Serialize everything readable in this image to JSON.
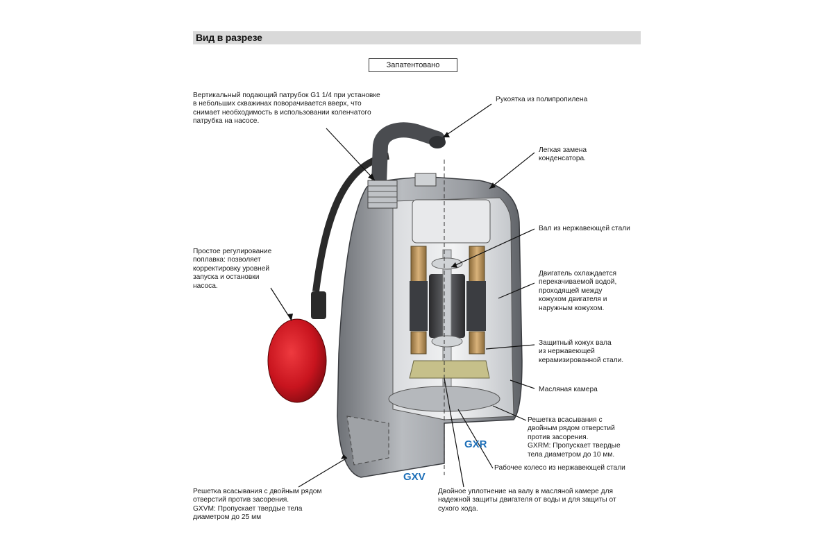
{
  "header": {
    "title": "Вид в разрезе"
  },
  "patent_label": "Запатентовано",
  "callouts": {
    "outlet": "Вертикальный подающий патрубок G1 1/4 при установке\nв небольших скважинах поворачивается вверх, что\nснимает необходимость в использовании коленчатого\nпатрубка на насосе.",
    "handle": "Рукоятка из полипропилена",
    "capacitor": "Легкая   замена\nконденсатора.",
    "shaft": "Вал из нержавеющей стали",
    "cooling": "Двигатель охлаждается\nперекачиваемой водой,\nпроходящей между\nкожухом двигателя и\nнаружным кожухом.",
    "shaft_guard": "Защитный кожух вала\nиз нержавеющей\nкерамизированной стали.",
    "oil_chamber": "Масляная камера",
    "grille_gxr": "Решетка   всасывания   с\nдвойным рядом отверстий\nпротив засорения.\nGXRM:  Пропускает   твердые\nтела диаметром до 10 мм.",
    "impeller": "Рабочее колесо из нержавеющей стали",
    "float": "Простое     регулирование\nпоплавка:      позволяет\nкорректировку уровней\nзапуска   и   остановки\nнасоса.",
    "grille_gxv": "Решетка всасывания с двойным рядом\nотверстий против засорения.\nGXVM:   Пропускает     твердые тела\nдиаметром до 25 мм",
    "seal": "Двойное уплотнение на валу в масляной камере для\nнадежной защиты двигателя от воды и для защиты от\nсухого хода."
  },
  "models": {
    "left": "GXV",
    "right": "GXR"
  },
  "colors": {
    "header_bg": "#d9d9d9",
    "model_text": "#1d6fb8",
    "float_red": "#c8141e",
    "casing_grey": "#8c8f94"
  }
}
